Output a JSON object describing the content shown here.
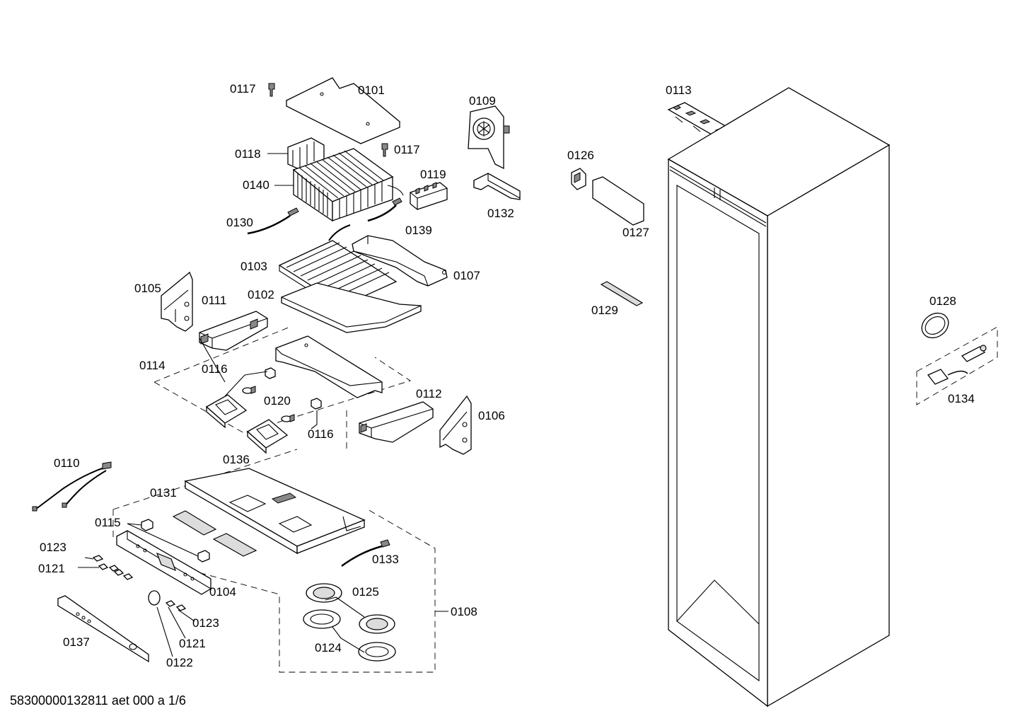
{
  "diagram": {
    "footer_text": "58300000132811 aet 000 a 1/6",
    "labels": {
      "p0101": "0101",
      "p0102": "0102",
      "p0103": "0103",
      "p0104": "0104",
      "p0105": "0105",
      "p0106": "0106",
      "p0107": "0107",
      "p0108": "0108",
      "p0109": "0109",
      "p0110": "0110",
      "p0111": "0111",
      "p0112": "0112",
      "p0113": "0113",
      "p0114": "0114",
      "p0115": "0115",
      "p0116a": "0116",
      "p0116b": "0116",
      "p0117a": "0117",
      "p0117b": "0117",
      "p0118": "0118",
      "p0119": "0119",
      "p0120": "0120",
      "p0121a": "0121",
      "p0121b": "0121",
      "p0122": "0122",
      "p0123a": "0123",
      "p0123b": "0123",
      "p0124": "0124",
      "p0125": "0125",
      "p0126": "0126",
      "p0127": "0127",
      "p0128": "0128",
      "p0129": "0129",
      "p0130": "0130",
      "p0131": "0131",
      "p0132": "0132",
      "p0133": "0133",
      "p0134": "0134",
      "p0136": "0136",
      "p0137": "0137",
      "p0139": "0139",
      "p0140": "0140"
    }
  }
}
